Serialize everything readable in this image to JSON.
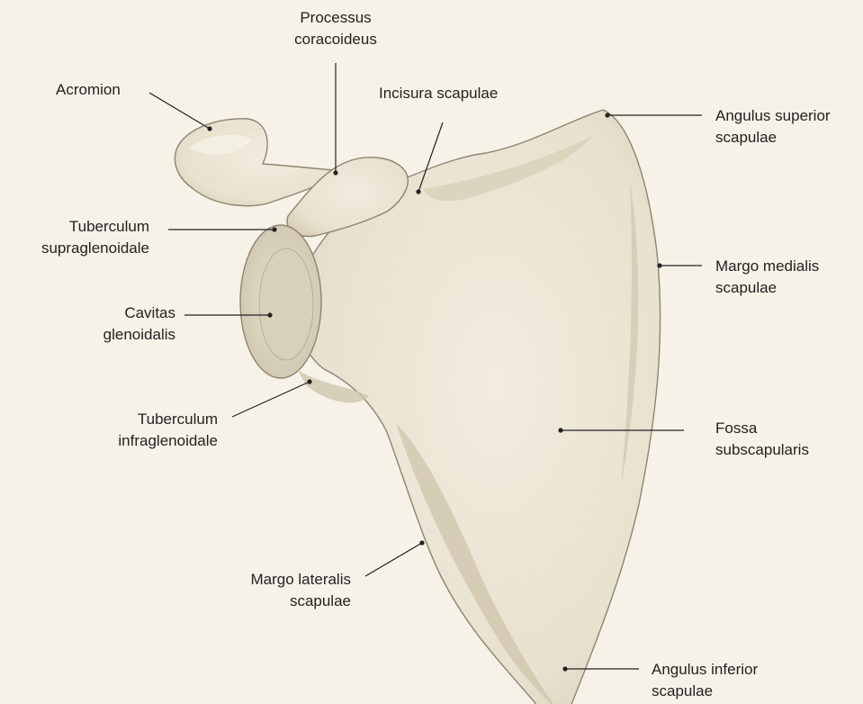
{
  "colors": {
    "background": "#f7f2e8",
    "bone_fill": "#ece6d6",
    "bone_shadow": "#c9bea6",
    "bone_outline": "#8e8470",
    "leader_line": "#222222",
    "label_text": "#222222"
  },
  "labels": {
    "acromion": {
      "lines": [
        "Acromion"
      ]
    },
    "processus_coracoideus": {
      "lines": [
        "Processus",
        "coracoideus"
      ]
    },
    "incisura_scapulae": {
      "lines": [
        "Incisura scapulae"
      ]
    },
    "angulus_superior": {
      "lines": [
        "Angulus superior",
        "scapulae"
      ]
    },
    "tuberculum_supraglenoidale": {
      "lines": [
        "Tuberculum",
        "supraglenoidale"
      ]
    },
    "cavitas_glenoidalis": {
      "lines": [
        "Cavitas",
        "glenoidalis"
      ]
    },
    "margo_medialis": {
      "lines": [
        "Margo medialis",
        "scapulae"
      ]
    },
    "tuberculum_infraglenoidale": {
      "lines": [
        "Tuberculum",
        "infraglenoidale"
      ]
    },
    "fossa_subscapularis": {
      "lines": [
        "Fossa",
        "subscapularis"
      ]
    },
    "margo_lateralis": {
      "lines": [
        "Margo lateralis",
        "scapulae"
      ]
    },
    "angulus_inferior": {
      "lines": [
        "Angulus inferior",
        "scapulae"
      ]
    }
  }
}
